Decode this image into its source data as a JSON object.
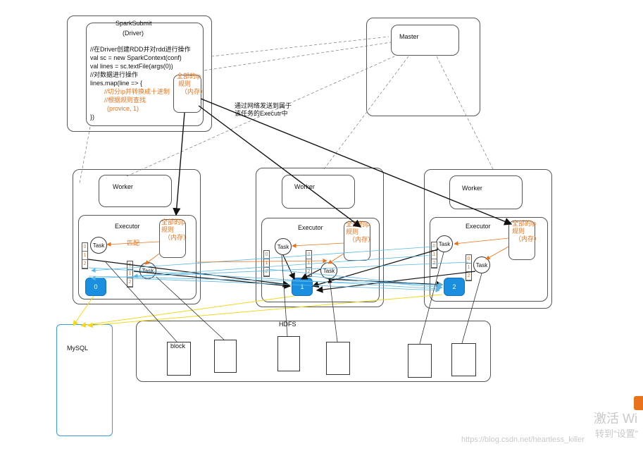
{
  "driver": {
    "title": "SparkSubmit",
    "subtitle": "(Driver)",
    "code": [
      "//在Driver创建RDD并对rdd进行操作",
      "val sc = new SparkContext(conf)",
      "val lines = sc.textFile(args(0))",
      "//对数据进行操作",
      "lines.map(line => {"
    ],
    "comments": [
      "//切分ip并转换成十进制",
      "//根据规则查找",
      "(provice, 1)"
    ],
    "closing": "})",
    "rules": [
      "全部的ip",
      "规则",
      "（内存）"
    ]
  },
  "master": {
    "label": "Master"
  },
  "network_note": [
    "通过网络发送到属于",
    "该任务的Executr中"
  ],
  "workers": [
    {
      "label": "Worker",
      "executor": "Executor",
      "rules": [
        "全部的ip",
        "规则",
        "（内存）"
      ],
      "tasks": [
        "Task",
        "Task"
      ],
      "match": "匹配",
      "block": "0",
      "parts_a": [
        "0",
        "1",
        "2"
      ],
      "parts_b": [
        "0",
        "1",
        "2"
      ]
    },
    {
      "label": "Worker",
      "executor": "Executor",
      "rules": [
        "全部的ip",
        "规则",
        "（内存）"
      ],
      "tasks": [
        "Task",
        "Task"
      ],
      "block": "1",
      "parts_a": [
        "0",
        "1",
        "2"
      ],
      "parts_b": [
        "0",
        "1",
        "2"
      ]
    },
    {
      "label": "Worker",
      "executor": "Executor",
      "rules": [
        "全部的ip",
        "规则",
        "（内存）"
      ],
      "tasks": [
        "Task",
        "Task"
      ],
      "block": "2",
      "parts_a": [
        "0",
        "1",
        "2"
      ],
      "parts_b": [
        "0",
        "1",
        "2"
      ]
    }
  ],
  "hdfs": {
    "label": "HDFS",
    "block_label": "block"
  },
  "mysql": {
    "label": "MySQL"
  },
  "watermarks": {
    "url": "https://blog.csdn.net/heartless_killer",
    "activate": "激活 Wi",
    "settings": "转到\"设置\""
  },
  "colors": {
    "orange": "#e8731a",
    "blue": "#1a8fe0",
    "lightblue": "#5bb7e6",
    "yellow": "#f2d81f",
    "black": "#111111"
  }
}
